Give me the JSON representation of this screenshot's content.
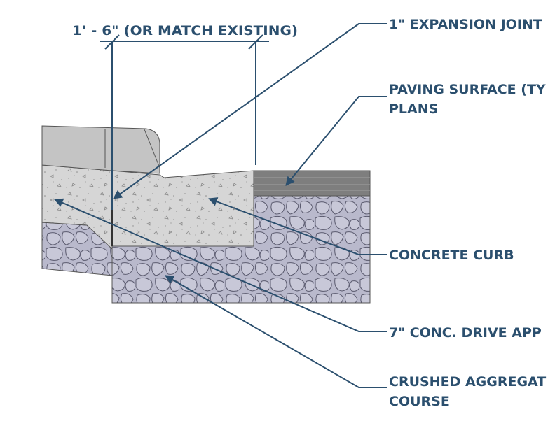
{
  "dimension": {
    "text": "1' - 6\" (OR MATCH EXISTING)"
  },
  "callouts": {
    "expansion_joint": {
      "line1": "1\" EXPANSION JOINT"
    },
    "paving_surface": {
      "line1": "PAVING SURFACE (TY",
      "line2": "PLANS"
    },
    "concrete_curb": {
      "line1": "CONCRETE CURB"
    },
    "drive_approach": {
      "line1": "7\" CONC. DRIVE APP"
    },
    "aggregate_base": {
      "line1": "CRUSHED AGGREGAT",
      "line2": "COURSE"
    }
  },
  "colors": {
    "leader": "#2b4f6e",
    "text": "#2b4f6e",
    "concrete": "#d6d6d6",
    "curb_top": "#c4c4c4",
    "aggregate": "#b9b9cc",
    "asphalt": "#7e7e7e"
  }
}
